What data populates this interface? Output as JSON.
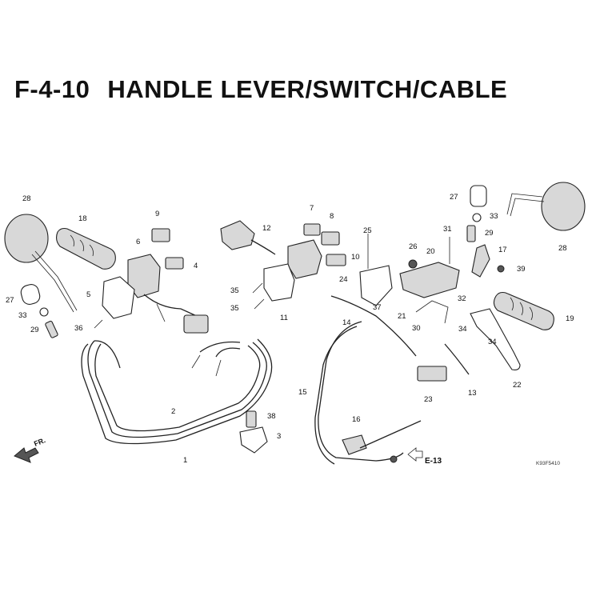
{
  "title": {
    "code": "F-4-10",
    "name": "HANDLE LEVER/SWITCH/CABLE"
  },
  "callouts": [
    "1",
    "2",
    "3",
    "4",
    "5",
    "6",
    "7",
    "8",
    "9",
    "10",
    "11",
    "12",
    "13",
    "14",
    "15",
    "16",
    "17",
    "18",
    "19",
    "20",
    "21",
    "22",
    "23",
    "24",
    "25",
    "26",
    "27",
    "27",
    "28",
    "28",
    "29",
    "29",
    "30",
    "31",
    "32",
    "33",
    "33",
    "34",
    "34",
    "35",
    "35",
    "36",
    "37",
    "38",
    "39"
  ],
  "front_indicator": "FR.",
  "ref_arrow": "E-13",
  "diagram_code": "K93F5410"
}
